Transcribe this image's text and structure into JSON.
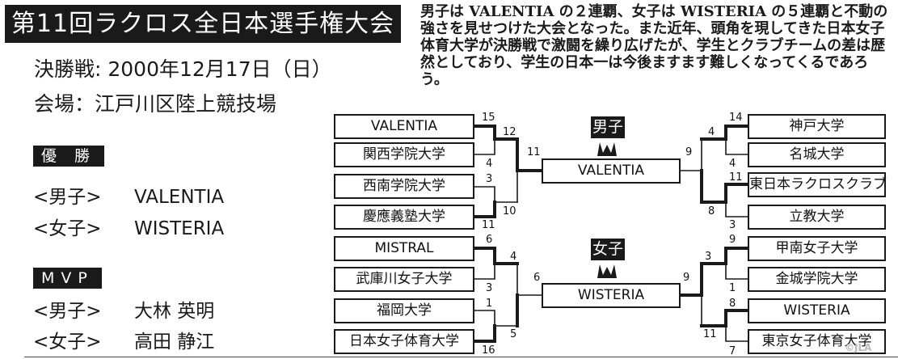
{
  "header": {
    "title": "第11回ラクロス全日本選手権大会",
    "final_line": "決勝戦: 2000年12月17日（日）",
    "venue_line": "会場：江戸川区陸上競技場"
  },
  "summary": "男子は VALENTIA の２連覇、女子は WISTERIA の５連覇と不動の強さを見せつけた大会となった。また近年、頭角を現してきた日本女子体育大学が決勝戦で激闘を繰り広げたが、学生とクラブチームの差は歴然としており、学生の日本一は今後ますます難しくなってくるであろう。",
  "results": {
    "victory_label": "優 勝",
    "victory_men_gender": "<男子>",
    "victory_men_name": "VALENTIA",
    "victory_women_gender": "<女子>",
    "victory_women_name": "WISTERIA",
    "mvp_label": "MVP",
    "mvp_men_gender": "<男子>",
    "mvp_men_name": "大林 英明",
    "mvp_women_gender": "<女子>",
    "mvp_women_name": "高田 静江"
  },
  "bracket": {
    "men": {
      "badge": "男子",
      "champion": "VALENTIA",
      "left_teams": [
        "VALENTIA",
        "関西学院大学",
        "西南学院大学",
        "慶應義塾大学"
      ],
      "right_teams": [
        "神戸大学",
        "名城大学",
        "東日本ラクロスクラブ",
        "立教大学"
      ],
      "left_r1_scores": [
        "15",
        "4",
        "3",
        "11"
      ],
      "left_sf_scores": [
        "12",
        "10"
      ],
      "final_left_score": "11",
      "right_r1_scores": [
        "14",
        "4",
        "11",
        "3"
      ],
      "right_sf_scores": [
        "4",
        "8"
      ],
      "final_right_score": "9"
    },
    "women": {
      "badge": "女子",
      "champion": "WISTERIA",
      "left_teams": [
        "MISTRAL",
        "武庫川女子大学",
        "福岡大学",
        "日本女子体育大学"
      ],
      "right_teams": [
        "甲南女子大学",
        "金城学院大学",
        "WISTERIA",
        "東京女子体育大学"
      ],
      "left_r1_scores": [
        "6",
        "3",
        "1",
        "16"
      ],
      "left_sf_scores": [
        "4",
        "5"
      ],
      "final_left_score": "6",
      "right_r1_scores": [
        "9",
        "1",
        "8",
        "7"
      ],
      "right_sf_scores": [
        "3",
        "11"
      ],
      "final_right_score": "9"
    }
  },
  "watermark": "©JLA",
  "colors": {
    "ink": "#1a1a1a",
    "paper": "#ffffff",
    "watermark": "#bbbbbb"
  }
}
